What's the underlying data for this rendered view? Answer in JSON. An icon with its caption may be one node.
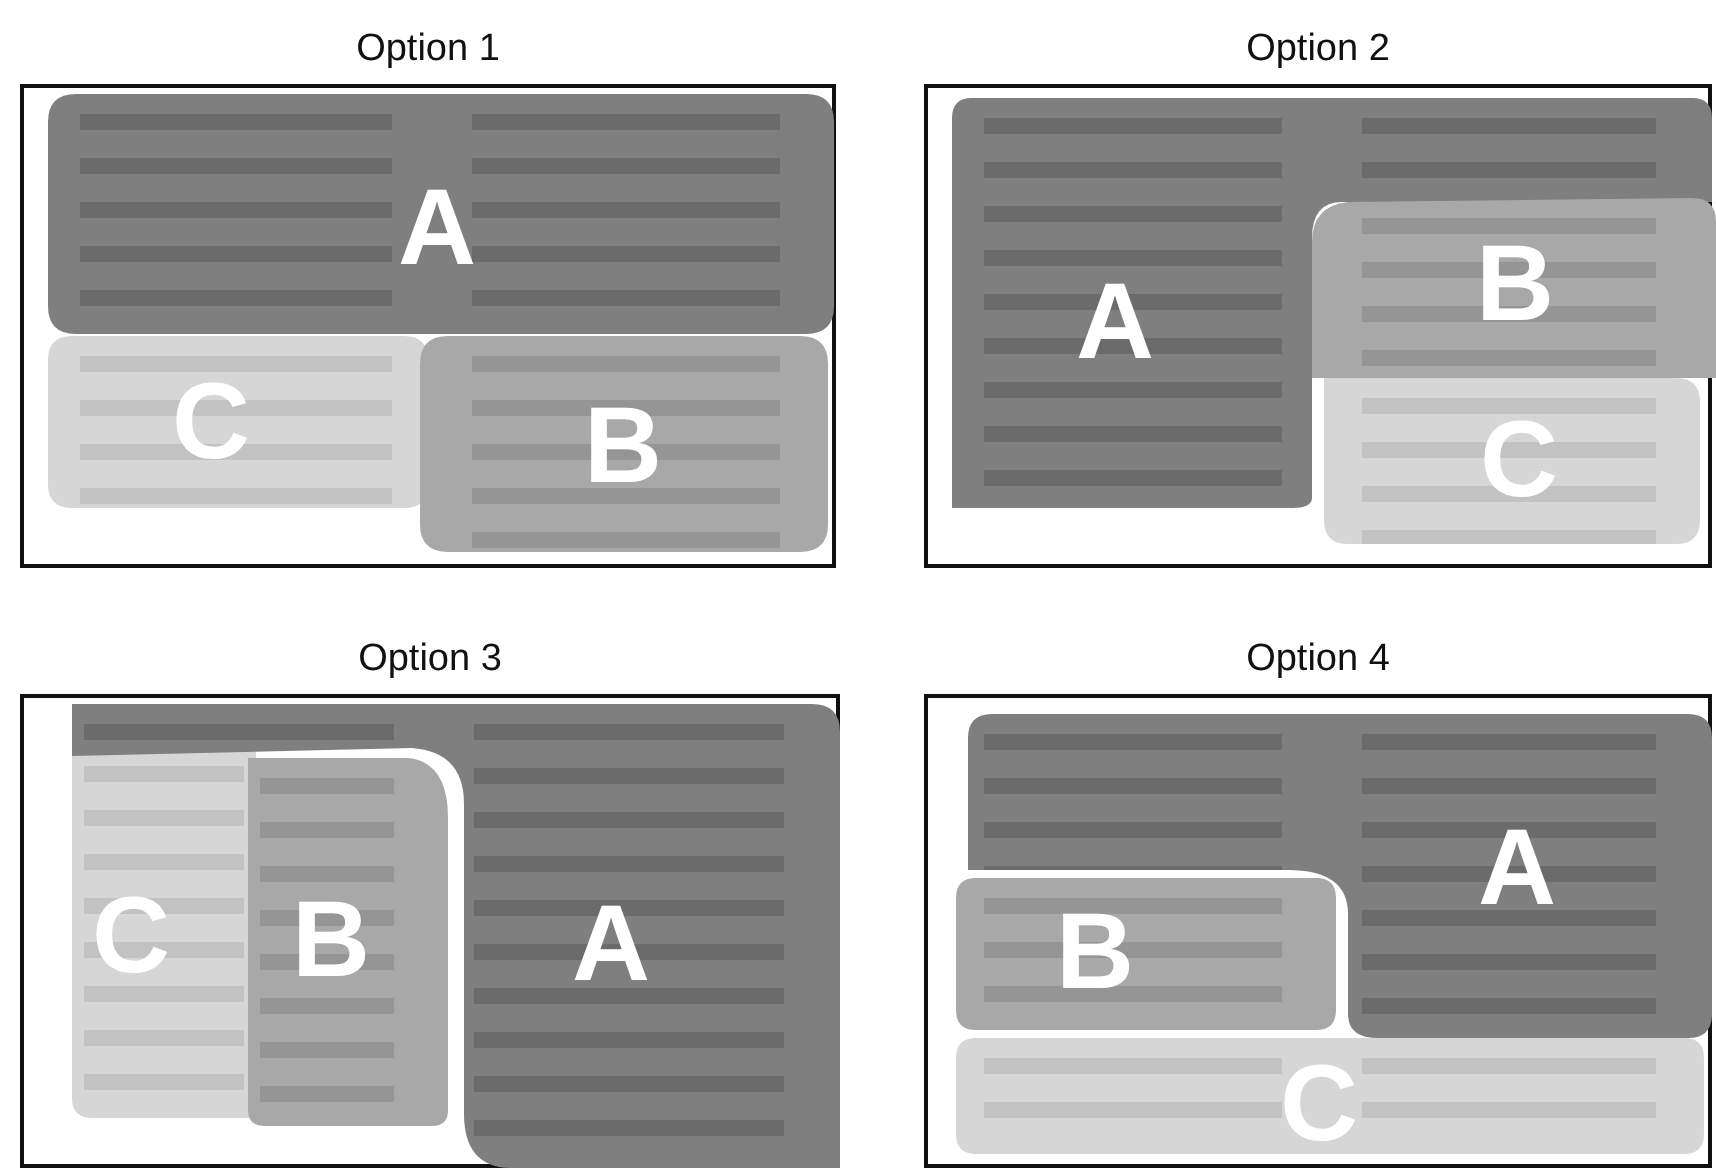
{
  "diagram": {
    "nodes": [
      {
        "text": [
          "Option 1"
        ]
      },
      {
        "text": [
          "A"
        ],
        "in": 0
      },
      {
        "text": [
          "C"
        ],
        "in": 0
      },
      {
        "text": [
          "B"
        ],
        "in": 0
      },
      {
        "text": [
          "Option 2"
        ]
      },
      {
        "text": [
          "A"
        ],
        "in": 4
      },
      {
        "text": [
          "B"
        ],
        "in": 4
      },
      {
        "text": [
          "C"
        ],
        "in": 4
      },
      {
        "text": [
          "Option 3"
        ]
      },
      {
        "text": [
          "C"
        ],
        "in": 8
      },
      {
        "text": [
          "B"
        ],
        "in": 8
      },
      {
        "text": [
          "A"
        ],
        "in": 8
      },
      {
        "text": [
          "Option 4"
        ]
      },
      {
        "text": [
          "A"
        ],
        "in": 12
      },
      {
        "text": [
          "B"
        ],
        "in": 12
      },
      {
        "text": [
          "C"
        ],
        "in": 12
      }
    ]
  }
}
